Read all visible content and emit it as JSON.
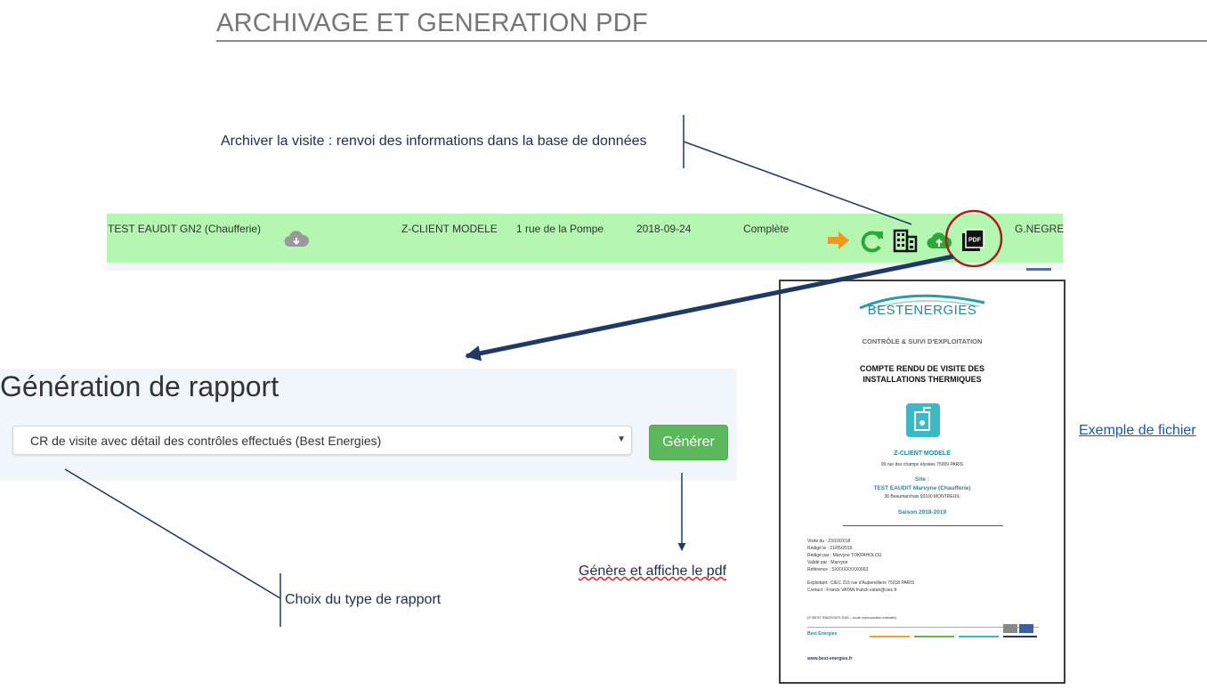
{
  "header": {
    "title": "ARCHIVAGE ET GENERATION PDF"
  },
  "callouts": {
    "archive": "Archiver la visite : renvoi des informations dans la base de données",
    "generate": "Génère et affiche le pdf",
    "choose_type": "Choix du type de rapport",
    "example_link": "Exemple de fichier"
  },
  "visit_row": {
    "name": "TEST EAUDIT GN2 (Chaufferie)",
    "client": "Z-CLIENT MODELE",
    "address": "1 rue de la Pompe",
    "date": "2018-09-24",
    "status": "Complète",
    "user": "G.NEGRE",
    "icons": [
      "cloud-download-icon",
      "arrow-right-icon",
      "refresh-icon",
      "building-icon",
      "cloud-upload-icon",
      "pdf-icon"
    ]
  },
  "report_panel": {
    "title": "Génération de rapport",
    "selected_report": "CR de visite avec détail des contrôles effectués (Best Energies)",
    "generate_label": "Générer"
  },
  "pdf_preview": {
    "brand": "BESTENERGIES",
    "subtitle": "CONTRÔLE & SUIVI D'EXPLOITATION",
    "heading_line1": "COMPTE RENDU DE VISITE DES",
    "heading_line2": "INSTALLATIONS THERMIQUES",
    "client": "Z-CLIENT MODELE",
    "client_address": "99 rue des champs élysées 75009 PARIS",
    "site_label": "Site :",
    "site_name": "TEST EAUDIT Marvyne (Chaufferie)",
    "site_address": "36 Beaumarchais 93100 MONTREUIL",
    "season": "Saison 2018-2019",
    "details": [
      "Visite du : 23/10/2018",
      "Rédigé le : 21/05/2019",
      "Rédigé par : Marvyne TOKPAHOLOU",
      "Validé par : Marvyne",
      "Référence : SXXXXXXXX0063"
    ],
    "operator": "Exploitant : CIEC 215 rue d'Aubervilliers 75018 PARIS",
    "contact": "Contact : Franck VATAN franck.vatan@ciec.fr",
    "copyright": "(© BEST ENERGIES SAS – toute reproduction interdite)",
    "footer_company": "Best Energies",
    "footer_website": "www.best-energies.fr"
  },
  "colors": {
    "row_green": "#b3f7b0",
    "button_green": "#5cb85c",
    "arrow_navy": "#1f3864",
    "highlight_red": "#a52020",
    "brand_teal": "#2a9bab"
  }
}
